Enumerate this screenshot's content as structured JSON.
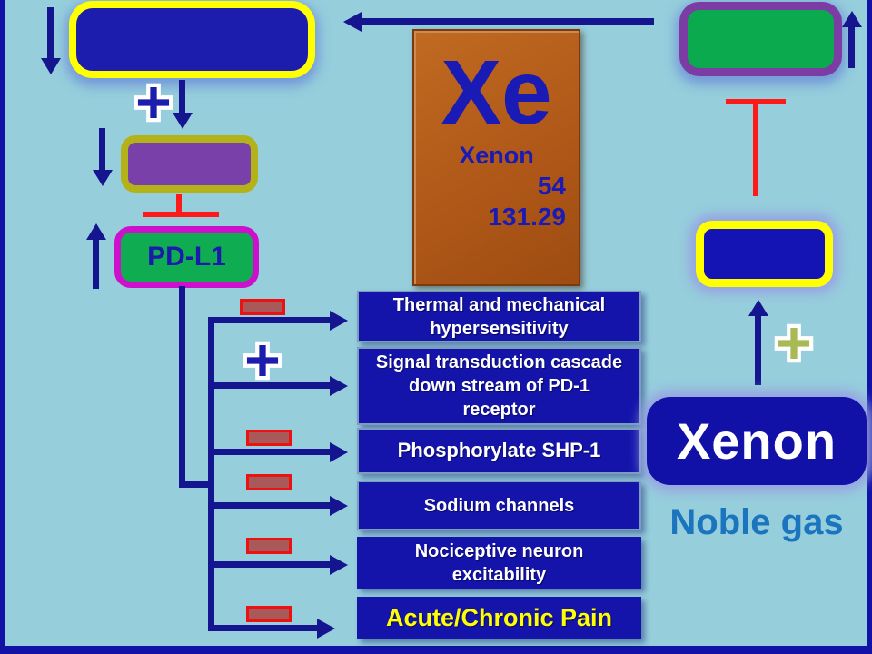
{
  "colors": {
    "background": "#96CEDC",
    "frame": "#1212A6",
    "navy_fill": "#1C1CAD",
    "arrow_navy": "#15158F",
    "yellow_border": "#FFFF00",
    "purple_fill": "#7840A8",
    "olive_border": "#B3B319",
    "magenta_border": "#CC10CC",
    "green_fill": "#10AC52",
    "purple_border": "#7B3CA4",
    "brown_tile": "#B05818",
    "red": "#FF1A1A",
    "minus_fill": "#A85A5A",
    "effect_box_fill": "#1414AA",
    "effect_box_border": "#7E9CC0",
    "pain_text": "#FFFF00",
    "noble_gas_text": "#1B74BE",
    "olive_plus": "#A9BA55"
  },
  "element_tile": {
    "symbol": "Xe",
    "name": "Xenon",
    "atomic_number": "54",
    "atomic_mass": "131.29"
  },
  "left_pathway": {
    "top_box_label": "",
    "mid_box_label": "",
    "pdl1_label": "PD-L1"
  },
  "right_pathway": {
    "top_box_label": "",
    "mid_box_label": "",
    "xenon_label": "Xenon",
    "noble_gas_label": "Noble gas"
  },
  "effects": [
    {
      "label": "Thermal and mechanical hypersensitivity",
      "sign": "minus"
    },
    {
      "label": "Signal transduction cascade down stream of PD-1 receptor",
      "sign": "plus"
    },
    {
      "label": "Phosphorylate SHP-1",
      "sign": "minus"
    },
    {
      "label": "Sodium channels",
      "sign": "minus"
    },
    {
      "label": "Nociceptive neuron excitability",
      "sign": "minus"
    },
    {
      "label": "Acute/Chronic Pain",
      "sign": "minus"
    }
  ]
}
